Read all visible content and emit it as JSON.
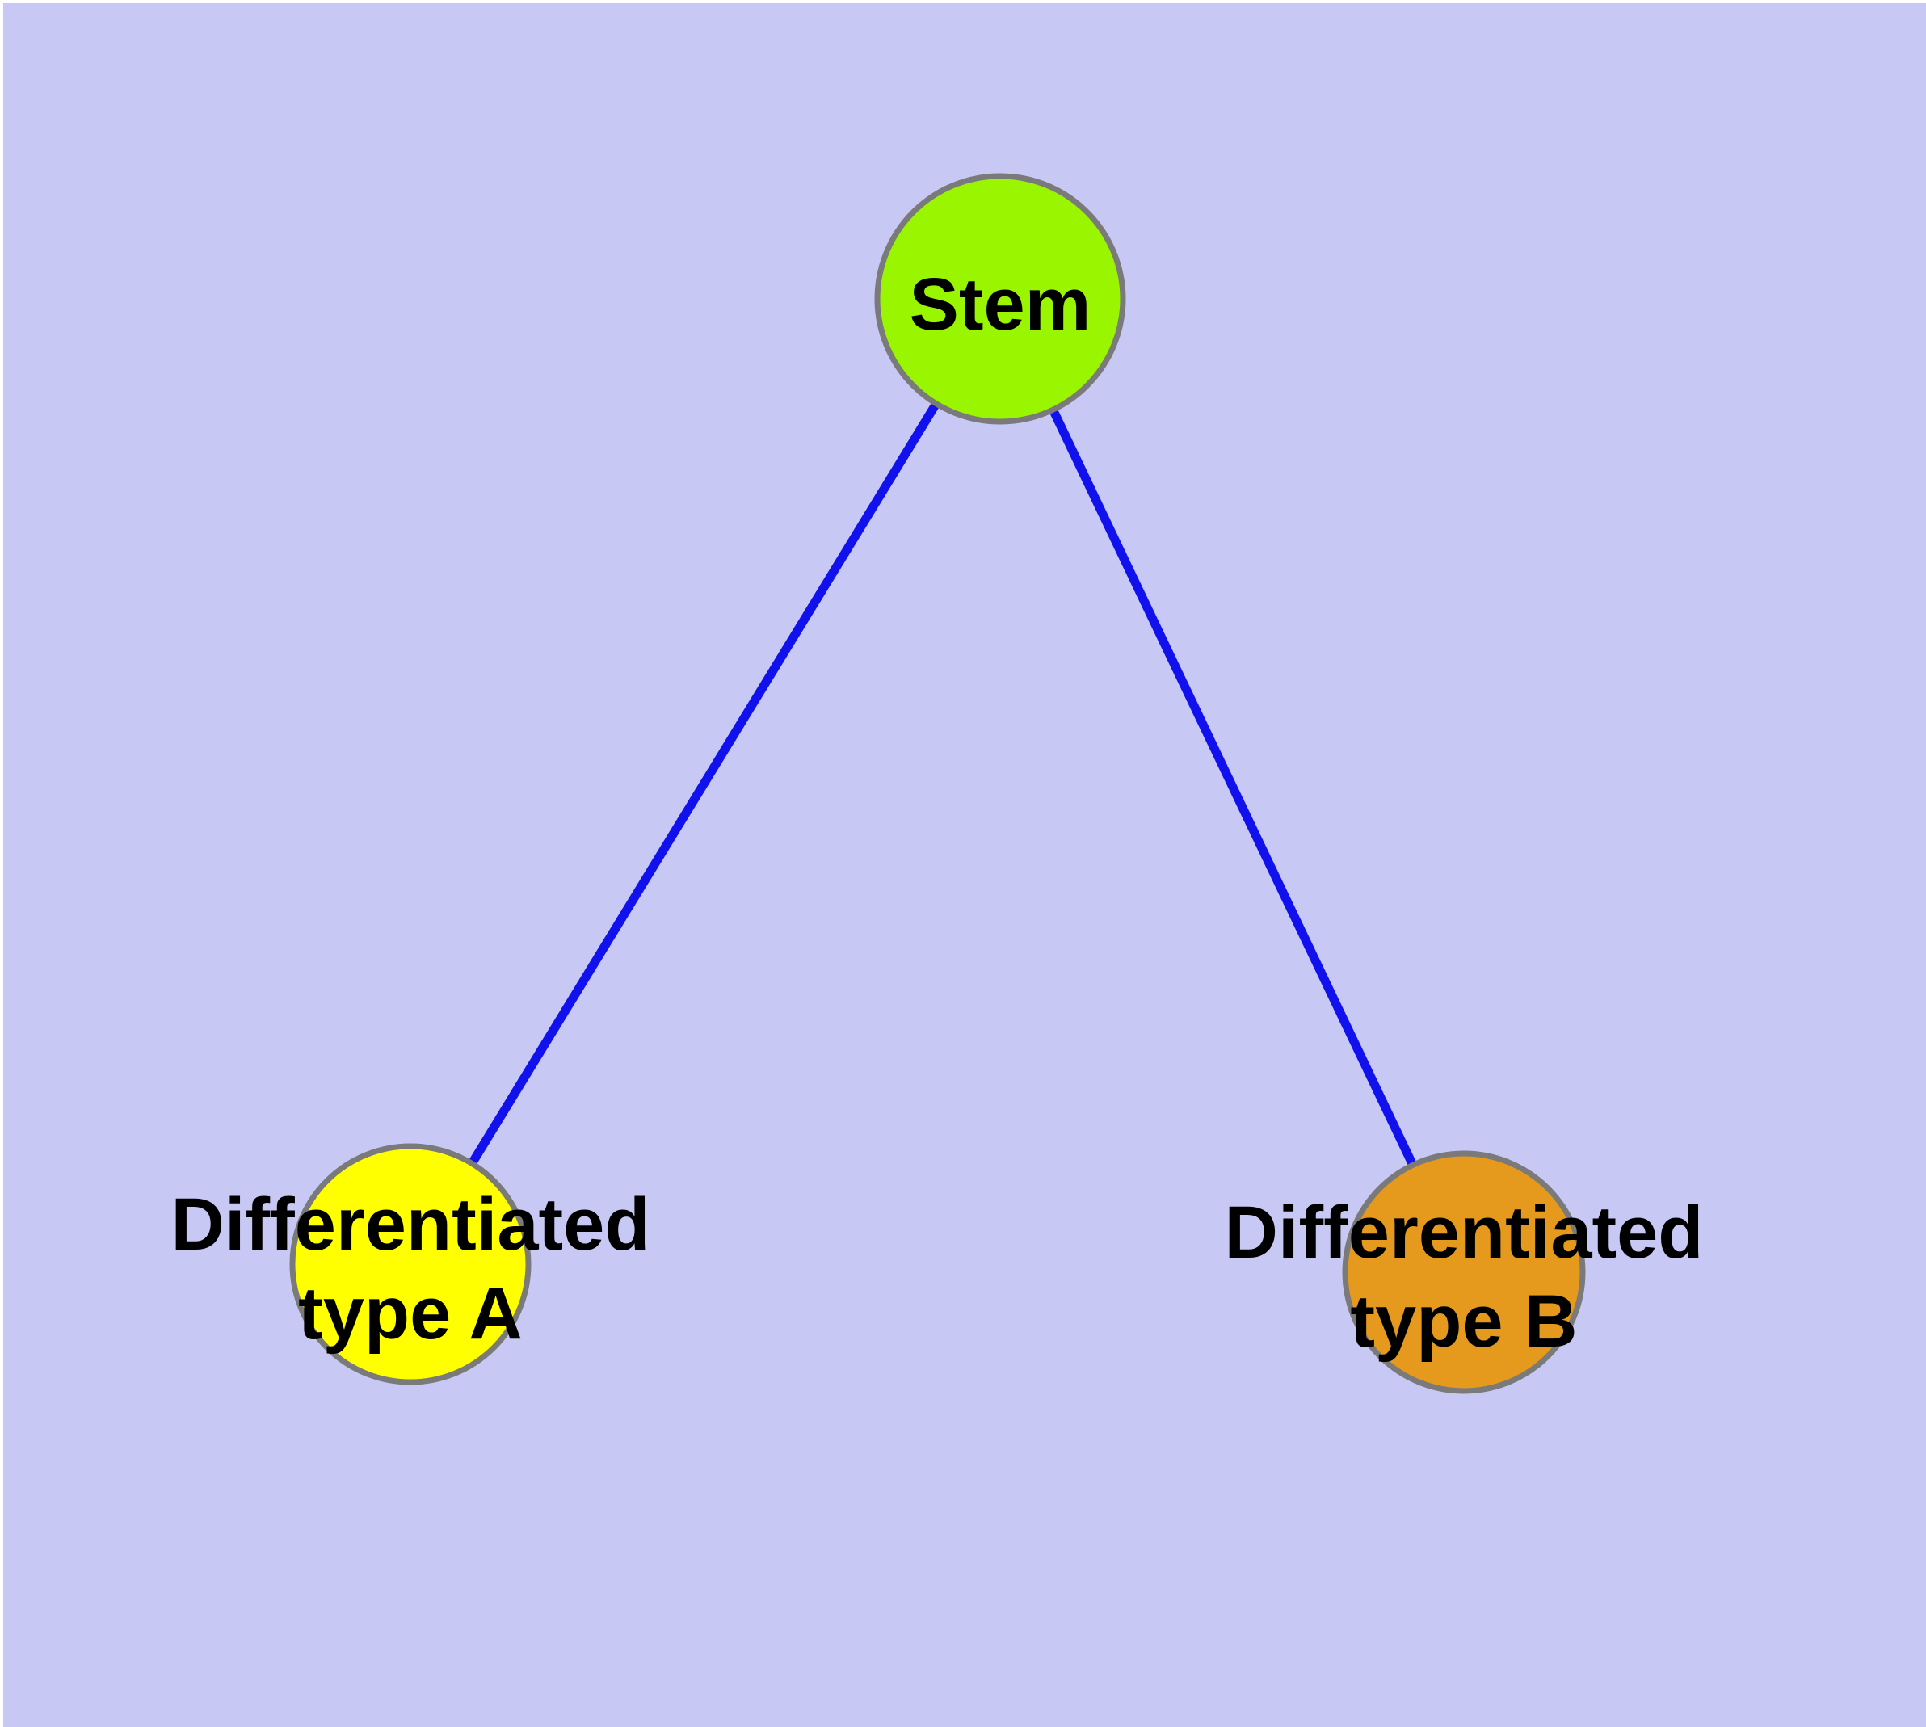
{
  "diagram": {
    "background_color": "#c8c8f4",
    "edge_color": "#1111ee",
    "node_border_color": "#7a7a7a",
    "label_color": "#000000",
    "nodes": [
      {
        "id": "stem",
        "label": "Stem",
        "color": "#99f500"
      },
      {
        "id": "differentiated-type-a",
        "label_line1": "Differentiated",
        "label_line2": "type A",
        "color": "#ffff00"
      },
      {
        "id": "differentiated-type-b",
        "label_line1": "Differentiated",
        "label_line2": "type B",
        "color": "#e5991d"
      }
    ],
    "edges": [
      {
        "from": "Stem",
        "to": "Differentiated type A"
      },
      {
        "from": "Stem",
        "to": "Differentiated type B"
      }
    ]
  }
}
